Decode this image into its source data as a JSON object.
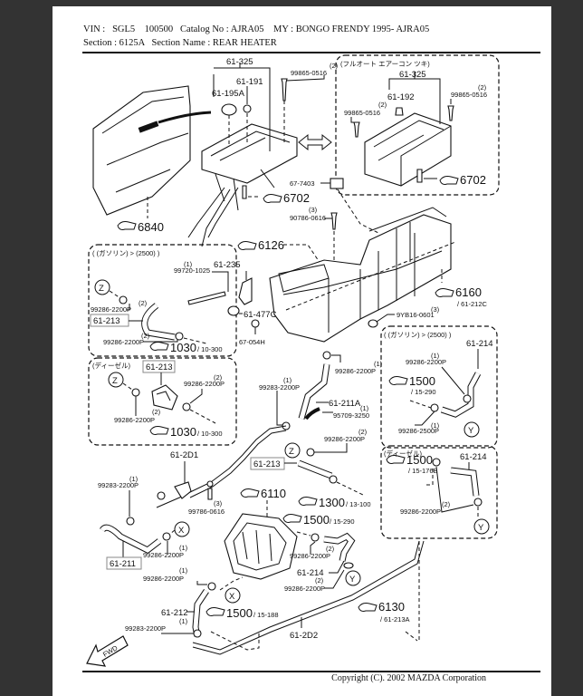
{
  "header": {
    "line1": "VIN :   SGL5    100500   Catalog No : AJRA05    MY : BONGO FRENDY 1995- AJRA05",
    "line2": "Section : 6125A   Section Name : REAR HEATER"
  },
  "footer": {
    "copyright": "Copyright (C). 2002 MAZDA Corporation"
  },
  "diagram": {
    "callouts": [
      {
        "id": "c6840",
        "num": "6840",
        "sub": ""
      },
      {
        "id": "c6702a",
        "num": "6702",
        "sub": ""
      },
      {
        "id": "c6702b",
        "num": "6702",
        "sub": ""
      },
      {
        "id": "c6126",
        "num": "6126",
        "sub": ""
      },
      {
        "id": "c6160",
        "num": "6160",
        "sub": "/ 61-212C"
      },
      {
        "id": "c1030a",
        "num": "1030",
        "sub": "/ 10-300"
      },
      {
        "id": "c1030b",
        "num": "1030",
        "sub": "/ 10-300"
      },
      {
        "id": "c1500a",
        "num": "1500",
        "sub": "/ 15-290"
      },
      {
        "id": "c1500b",
        "num": "1500",
        "sub": "/ 15-176B"
      },
      {
        "id": "c6110",
        "num": "6110",
        "sub": ""
      },
      {
        "id": "c1300",
        "num": "1300",
        "sub": "/ 13-100"
      },
      {
        "id": "c1500c",
        "num": "1500",
        "sub": "/ 15-290"
      },
      {
        "id": "c1500d",
        "num": "1500",
        "sub": "/ 15-188"
      },
      {
        "id": "c6130",
        "num": "6130",
        "sub": "/ 61-213A"
      }
    ],
    "parts": {
      "p61_325a": "61-325",
      "p61_191": "61-191",
      "p61_195A": "61-195A",
      "p99865a": "99865-0516",
      "q2a": "(2)",
      "p61_325b": "61-325",
      "p61_192": "61-192",
      "p99865b": "99865-0516",
      "q2b": "(2)",
      "p99865c": "99865-0516",
      "q2c": "(2)",
      "p67_7403": "67-7403",
      "p90786": "90786-0616",
      "q3a": "(3)",
      "p99720": "99720-1025",
      "q1a": "(1)",
      "p61_235": "61-235",
      "p61_477C": "61-477C",
      "p99286a": "99286-2200P",
      "q2d": "(2)",
      "p61_213a": "61-213",
      "p99286b": "99286-2200P",
      "q2e": "(2)",
      "p61_213b": "61-213",
      "p99286c": "99286-2200P",
      "q2f": "(2)",
      "p99286d": "99286-2200P",
      "q2g": "(2)",
      "p67_054H": "67-054H",
      "p9YB16": "9YB16-0601",
      "q3b": "(3)",
      "p99286e": "99286-2200P",
      "q1b": "(1)",
      "p99283a": "99283-2200P",
      "q1c": "(1)",
      "p61_211A": "61-211A",
      "p95709": "95709-3250",
      "q1d": "(1)",
      "p99286f": "99286-2200P",
      "q2h": "(2)",
      "p61_214a": "61-214",
      "p99286g": "99286-2200P",
      "q1e": "(1)",
      "p99286h": "99286-2500P",
      "q1f": "(1)",
      "p61_214b": "61-214",
      "p99286i": "99286-2200P",
      "q2i": "(2)",
      "p61_2D1": "61-2D1",
      "p99283b": "99283-2200P",
      "q1g": "(1)",
      "p99786": "99786-0616",
      "q3c": "(3)",
      "p61_211": "61-211",
      "p99286j": "99286-2200P",
      "q1h": "(1)",
      "p61_213c": "61-213",
      "p99286k": "99286-2200P",
      "q2j": "(2)",
      "p61_214c": "61-214",
      "p99286l": "99286-2200P",
      "q2k": "(2)",
      "p99286m": "99286-2200P",
      "q1i": "(1)",
      "p61_212": "61-212",
      "p99283c": "99283-2200P",
      "q1j": "(1)",
      "p61_2D2": "61-2D2"
    },
    "boxes": {
      "auto_ac": "(フルオート エアーコン ツキ)",
      "gasoline1": "( (ガソリン) > (2500) )",
      "diesel1": "(ディーゼル)",
      "gasoline2": "( (ガソリン) > (2500) )",
      "diesel2": "(ディーゼル)"
    },
    "markers": {
      "z": "Z",
      "x": "X",
      "y": "Y"
    },
    "fwd": "FWD"
  }
}
